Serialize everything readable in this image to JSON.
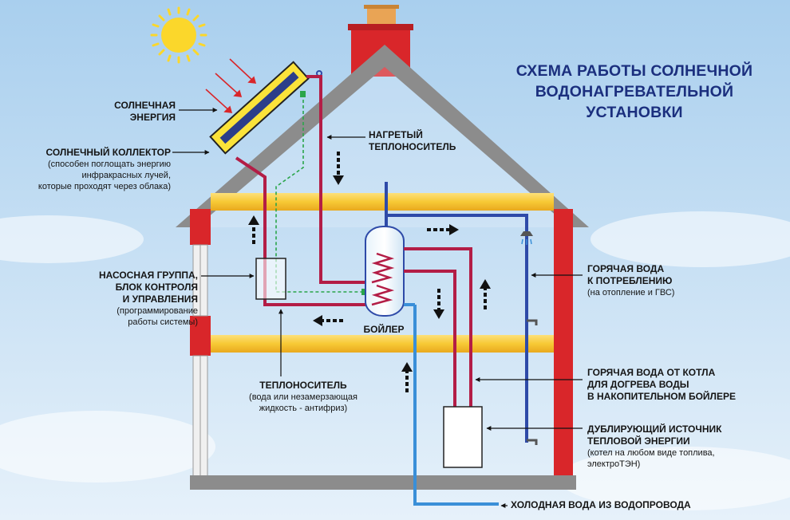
{
  "title": [
    "СХЕМА РАБОТЫ СОЛНЕЧНОЙ",
    "ВОДОНАГРЕВАТЕЛЬНОЙ",
    "УСТАНОВКИ"
  ],
  "labels": {
    "solar_energy": "СОЛНЕЧНАЯ\nЭНЕРГИЯ",
    "collector_title": "СОЛНЕЧНЫЙ КОЛЛЕКТОР",
    "collector_note": "(способен поглощать энергию\nинфракрасных лучей,\nкоторые проходят через облака)",
    "heated_carrier": "НАГРЕТЫЙ\nТЕПЛОНОСИТЕЛЬ",
    "pump_title": "НАСОСНАЯ ГРУППА,\nБЛОК КОНТРОЛЯ\nИ УПРАВЛЕНИЯ",
    "pump_note": "(программирование\nработы системы)",
    "boiler": "БОЙЛЕР",
    "carrier_title": "ТЕПЛОНОСИТЕЛЬ",
    "carrier_note": "(вода или незамерзающая\nжидкость - антифриз)",
    "hot_water_title": "ГОРЯЧАЯ ВОДА\nК ПОТРЕБЛЕНИЮ",
    "hot_water_note": "(на отопление и ГВС)",
    "boiler_hot_title": "ГОРЯЧАЯ ВОДА ОТ КОТЛА\nДЛЯ ДОГРЕВА ВОДЫ\nВ НАКОПИТЕЛЬНОМ БОЙЛЕРЕ",
    "backup_title": "ДУБЛИРУЮЩИЙ ИСТОЧНИК\nТЕПЛОВОЙ ЭНЕРГИИ",
    "backup_note": "(котел на любом виде топлива,\nэлектроТЭН)",
    "cold_water": "ХОЛОДНАЯ ВОДА ИЗ ВОДОПРОВОДА"
  },
  "colors": {
    "sky_top": "#a9cfee",
    "sky_bottom": "#e6f1fa",
    "roof": "#8c8c8c",
    "brick": "#d9262a",
    "floor": "#f7c935",
    "hot_pipe": "#b31d46",
    "cold_pipe": "#2e4aa8",
    "cold_supply": "#3a8fd8",
    "control_line": "#2aa54a",
    "sun": "#fbd72b",
    "title": "#1b2f7e"
  }
}
